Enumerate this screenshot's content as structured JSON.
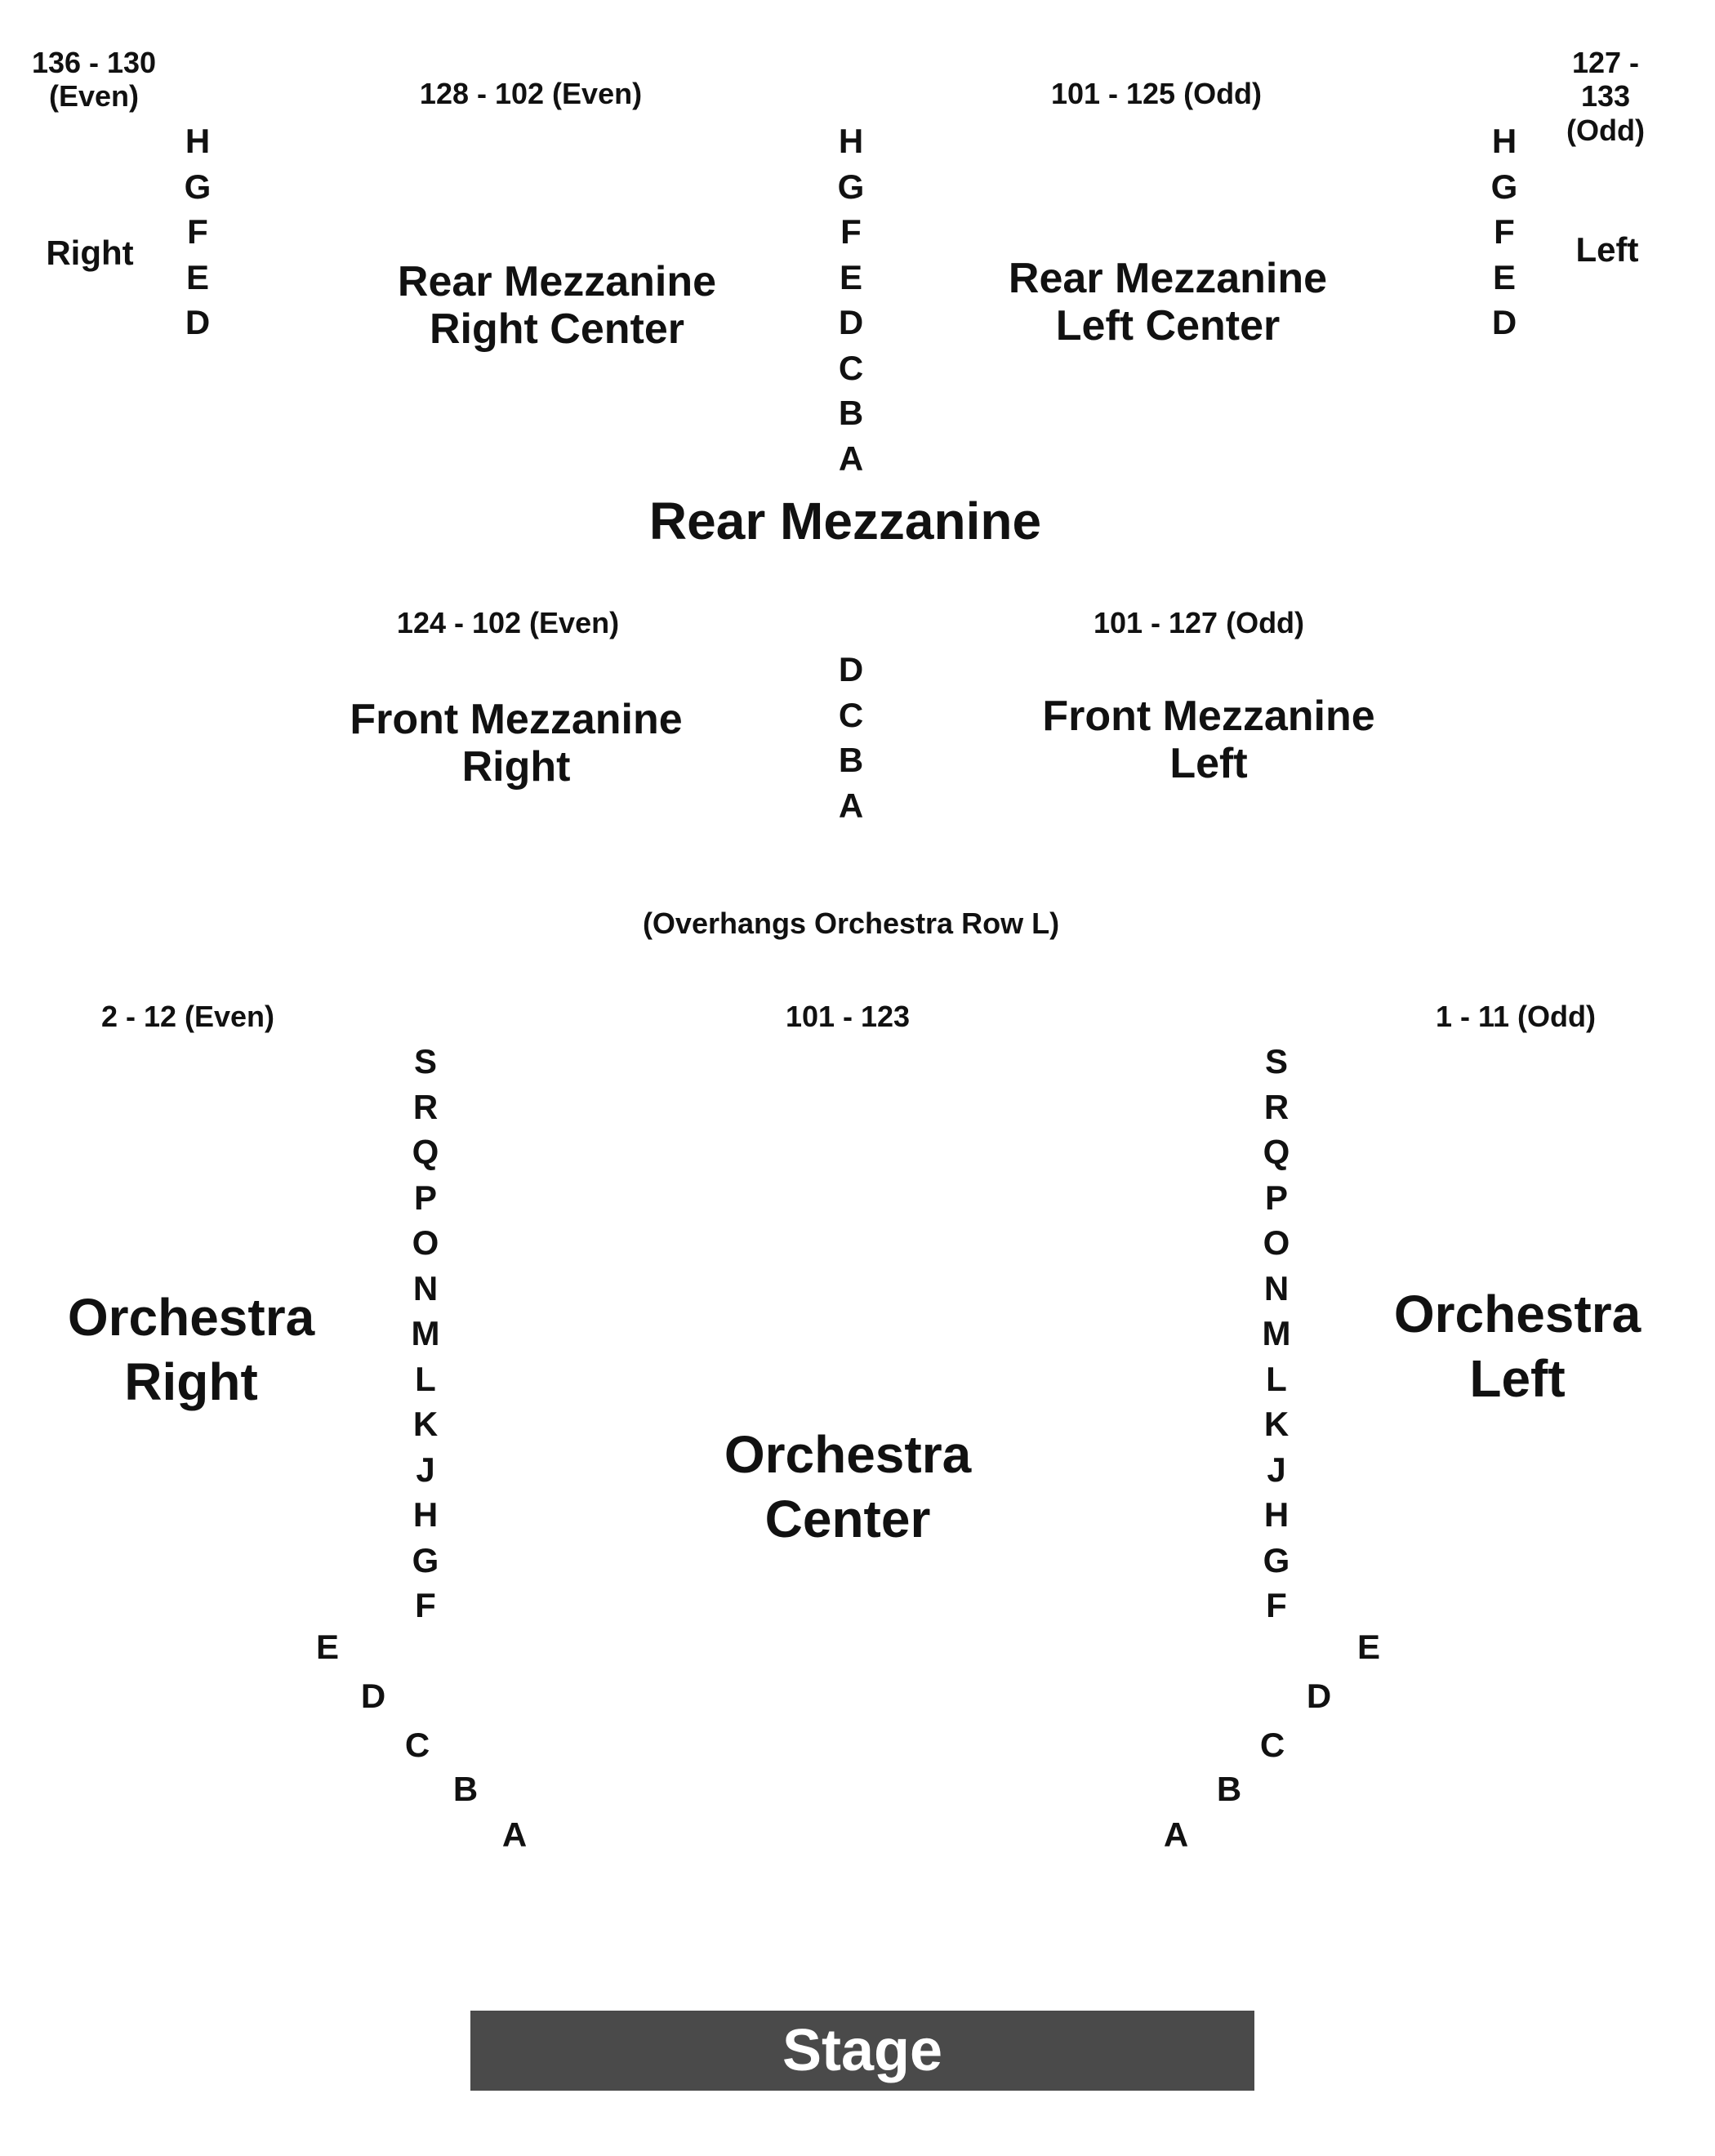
{
  "rear_mezzanine": {
    "title": "Rear Mezzanine",
    "far_right": {
      "seats": "136 - 130\n(Even)",
      "name": "Right",
      "rows": [
        "H",
        "G",
        "F",
        "E",
        "D"
      ]
    },
    "right_center": {
      "seats": "128 - 102 (Even)",
      "name": "Rear Mezzanine\nRight Center"
    },
    "center_rows": [
      "H",
      "G",
      "F",
      "E",
      "D",
      "C",
      "B",
      "A"
    ],
    "left_center": {
      "seats": "101 - 125 (Odd)",
      "name": "Rear Mezzanine\nLeft Center"
    },
    "far_left": {
      "seats": "127 - 133\n(Odd)",
      "name": "Left",
      "rows": [
        "H",
        "G",
        "F",
        "E",
        "D"
      ]
    }
  },
  "front_mezzanine": {
    "right": {
      "seats": "124 - 102 (Even)",
      "name": "Front Mezzanine\nRight"
    },
    "rows": [
      "D",
      "C",
      "B",
      "A"
    ],
    "left": {
      "seats": "101 - 127 (Odd)",
      "name": "Front Mezzanine\nLeft"
    },
    "note": "(Overhangs Orchestra Row L)"
  },
  "orchestra": {
    "right": {
      "seats": "2 - 12 (Even)",
      "name": "Orchestra\nRight"
    },
    "center": {
      "seats": "101 - 123",
      "name": "Orchestra\nCenter"
    },
    "left": {
      "seats": "1 - 11 (Odd)",
      "name": "Orchestra\nLeft"
    },
    "rows_straight": [
      "S",
      "R",
      "Q",
      "P",
      "O",
      "N",
      "M",
      "L",
      "K",
      "J",
      "H",
      "G",
      "F"
    ],
    "rows_diagonal": [
      "E",
      "D",
      "C",
      "B",
      "A"
    ]
  },
  "stage": {
    "label": "Stage"
  }
}
